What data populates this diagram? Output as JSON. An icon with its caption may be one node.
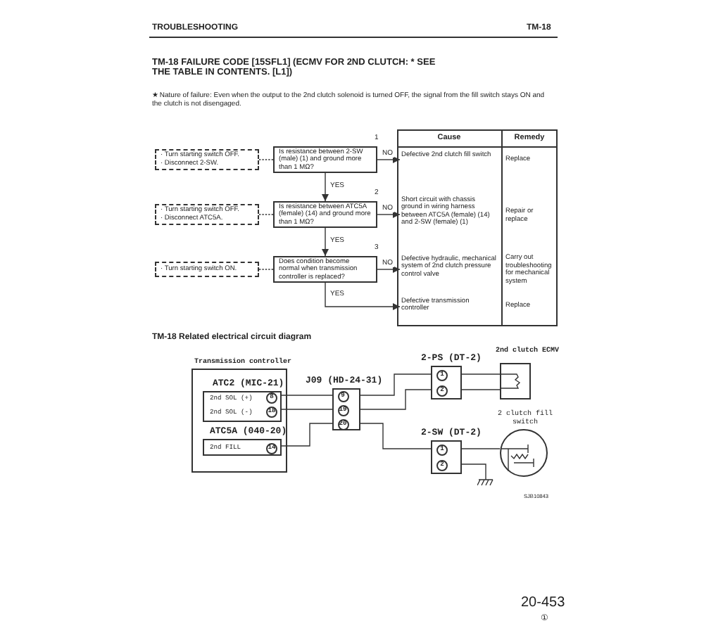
{
  "diagram": {
    "title": "TM-18 FAILURE CODE [15SFL1] (ECMV FOR 2ND CLUTCH: * SEE THE TABLE IN CONTENTS. [L1])",
    "nodes": [
      {
        "text": [
          "· Turn starting switch OFF.",
          "· Disconnect 2-SW."
        ]
      },
      {
        "text": [
          "Is resistance between 2-SW (male) (1) and ground more than 1 MΩ?"
        ]
      },
      {
        "text": [
          "Defective 2nd clutch fill switch"
        ]
      },
      {
        "text": [
          "· Turn starting switch OFF.",
          "· Disconnect ATC5A."
        ]
      },
      {
        "text": [
          "Is resistance between ATC5A (female) (14) and ground more than 1 MΩ?"
        ]
      },
      {
        "text": [
          "Short circuit with chassis ground in wiring harness between ATC5A (female) (14) and 2-SW (female) (1)"
        ]
      },
      {
        "text": [
          "· Turn starting switch ON."
        ]
      },
      {
        "text": [
          "Does condition become normal when transmission controller is replaced?"
        ]
      },
      {
        "text": [
          "Defective hydraulic, mechanical system of 2nd clutch pressure control valve"
        ]
      },
      {
        "text": [
          "Defective transmission controller"
        ]
      },
      {
        "text": [
          "Transmission controller"
        ]
      },
      {
        "text": [
          "ATC2 (MIC-21)",
          "2nd SOL (+)",
          "2nd SOL (-)",
          "8",
          "18"
        ],
        "in": 10
      },
      {
        "text": [
          "ATC5A (040-20)",
          "2nd FILL",
          "14"
        ],
        "in": 10
      },
      {
        "text": [
          "J09 (HD-24-31)",
          "9",
          "19",
          "20"
        ]
      },
      {
        "text": [
          "2-PS (DT-2)",
          "1",
          "2"
        ]
      },
      {
        "text": [
          "2nd clutch ECMV"
        ]
      },
      {
        "text": [
          "2-SW (DT-2)",
          "1",
          "2"
        ]
      },
      {
        "text": [
          "2 clutch fill switch"
        ]
      },
      {
        "text": [],
        "shape": "ground"
      }
    ],
    "edges": [
      {
        "from": 0,
        "to": 1,
        "arrow": "none",
        "style": "dashed"
      },
      {
        "from": 1,
        "to": 2,
        "arrow": "to",
        "label": "NO"
      },
      {
        "from": 1,
        "to": 4,
        "arrow": "to",
        "label": "YES"
      },
      {
        "from": 3,
        "to": 4,
        "arrow": "none",
        "style": "dashed"
      },
      {
        "from": 4,
        "to": 5,
        "arrow": "to",
        "label": "NO"
      },
      {
        "from": 4,
        "to": 7,
        "arrow": "to",
        "label": "YES"
      },
      {
        "from": 6,
        "to": 7,
        "arrow": "none",
        "style": "dashed"
      },
      {
        "from": 7,
        "to": 8,
        "arrow": "to",
        "label": "NO"
      },
      {
        "from": 7,
        "to": 9,
        "arrow": "to",
        "label": "YES"
      },
      {
        "from": 11,
        "to": 13,
        "arrow": "none"
      },
      {
        "from": 11,
        "to": 13,
        "arrow": "none"
      },
      {
        "from": 12,
        "to": 13,
        "arrow": "none"
      },
      {
        "from": 13,
        "to": 14,
        "arrow": "none"
      },
      {
        "from": 13,
        "to": 14,
        "arrow": "none"
      },
      {
        "from": 13,
        "to": 16,
        "arrow": "none"
      },
      {
        "from": 14,
        "to": 15,
        "arrow": "none"
      },
      {
        "from": 14,
        "to": 15,
        "arrow": "none"
      },
      {
        "from": 16,
        "to": 17,
        "arrow": "none"
      },
      {
        "from": 16,
        "to": 18,
        "arrow": "none"
      }
    ],
    "labels": [
      "TROUBLESHOOTING",
      "TM-18",
      "★ Nature of failure: Even when the output to the 2nd clutch solenoid is turned OFF, the signal from the fill switch stays ON and the clutch is not disengaged.",
      "1",
      "2",
      "3",
      "Cause",
      "Remedy",
      "Replace",
      "Repair or replace",
      "Carry out troubleshooting for mechanical system",
      "Replace",
      "TM-18 Related electrical circuit diagram",
      "SJB10843",
      "20-453",
      "①"
    ]
  }
}
